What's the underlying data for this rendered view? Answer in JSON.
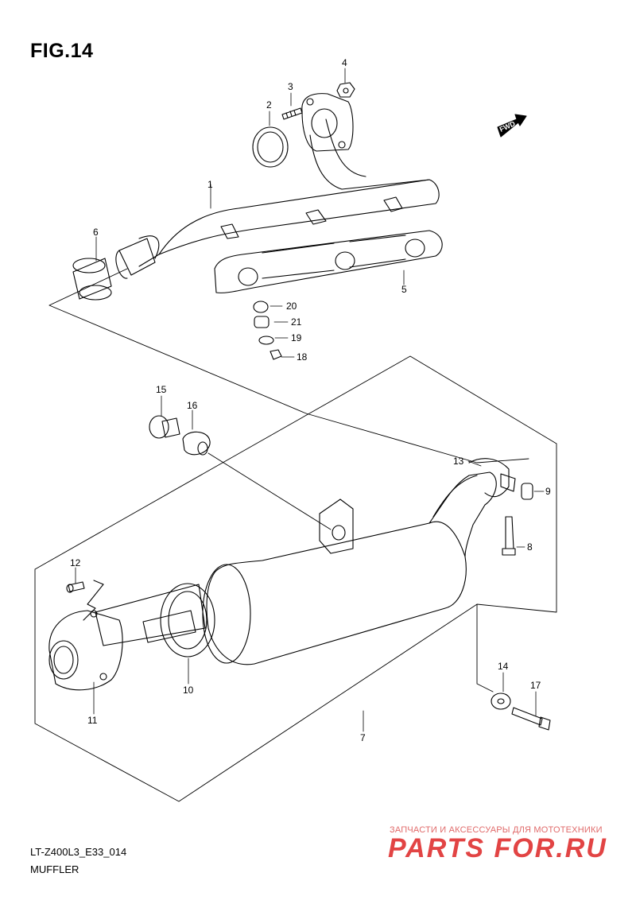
{
  "header": {
    "figure_label": "FIG.14"
  },
  "footer": {
    "model_code": "LT-Z400L3_E33_014",
    "section_name": "MUFFLER"
  },
  "direction_marker": {
    "text": "FWD"
  },
  "parts": [
    {
      "number": "1",
      "icon": "exhaust-pipe"
    },
    {
      "number": "2",
      "icon": "gasket-ring"
    },
    {
      "number": "3",
      "icon": "stud-bolt"
    },
    {
      "number": "4",
      "icon": "nut"
    },
    {
      "number": "5",
      "icon": "heat-shield"
    },
    {
      "number": "6",
      "icon": "pipe-seal"
    },
    {
      "number": "7",
      "icon": "muffler"
    },
    {
      "number": "8",
      "icon": "bolt"
    },
    {
      "number": "9",
      "icon": "nut"
    },
    {
      "number": "10",
      "icon": "gasket"
    },
    {
      "number": "11",
      "icon": "end-cap"
    },
    {
      "number": "12",
      "icon": "screw"
    },
    {
      "number": "13",
      "icon": "clamp"
    },
    {
      "number": "14",
      "icon": "washer"
    },
    {
      "number": "15",
      "icon": "collar"
    },
    {
      "number": "16",
      "icon": "cushion"
    },
    {
      "number": "17",
      "icon": "bolt"
    },
    {
      "number": "18",
      "icon": "screw"
    },
    {
      "number": "19",
      "icon": "washer"
    },
    {
      "number": "20",
      "icon": "cushion"
    },
    {
      "number": "21",
      "icon": "collar"
    }
  ],
  "watermark": {
    "tagline": "ЗАПЧАСТИ И АКСЕССУАРЫ ДЛЯ МОТОТЕХНИКИ",
    "brand": "PARTS FOR.RU",
    "color": "#e24444"
  }
}
